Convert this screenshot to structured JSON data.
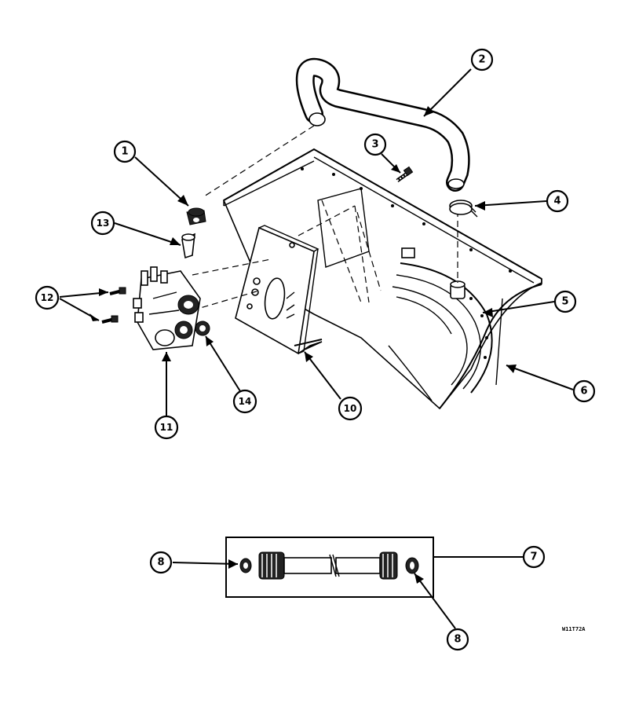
{
  "callouts": {
    "c1": "1",
    "c2": "2",
    "c3": "3",
    "c4": "4",
    "c5": "5",
    "c6": "6",
    "c7": "7",
    "c8a": "8",
    "c8b": "8",
    "c10": "10",
    "c11": "11",
    "c12": "12",
    "c13": "13",
    "c14": "14"
  },
  "drawing_code": "W11T72A"
}
